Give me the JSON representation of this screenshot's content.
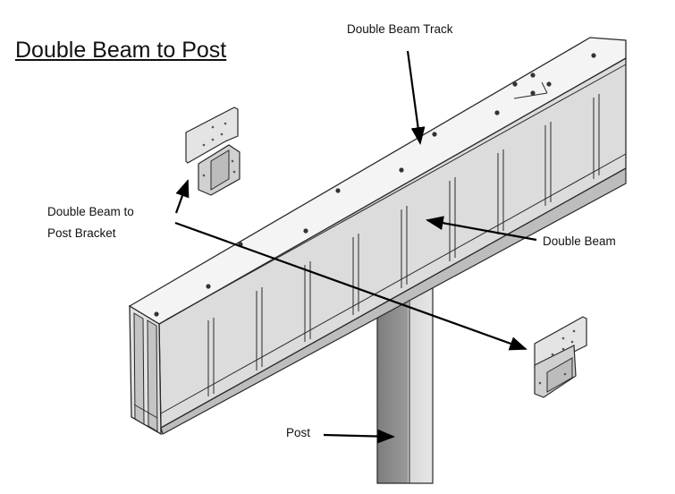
{
  "title": "Double Beam to Post",
  "labels": {
    "track": "Double Beam Track",
    "bracket_line1": "Double Beam to",
    "bracket_line2": "Post Bracket",
    "beam": "Double Beam",
    "post": "Post"
  },
  "colors": {
    "top_face": "#f4f4f4",
    "side_face": "#dcdcdc",
    "panel": "#d2d2d2",
    "bottom_face": "#bdbdbd",
    "outline": "#2a2a2a",
    "post_dark": "#8e8e8e",
    "post_light": "#d6d6d6",
    "bracket": "#d9d9d9",
    "arrow": "#000000"
  }
}
